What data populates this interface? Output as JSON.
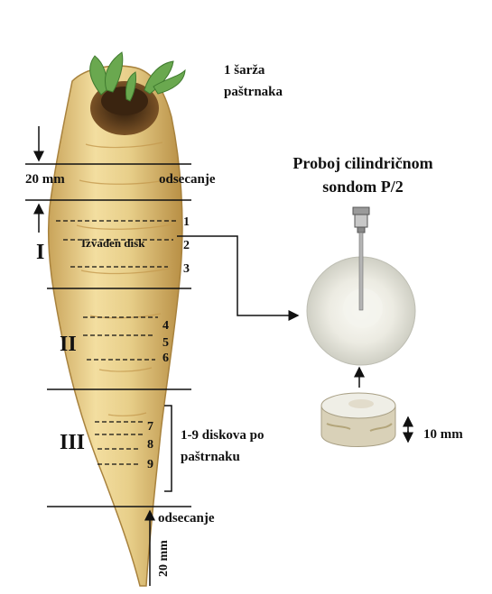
{
  "batch_label_line1": "1 šarža",
  "batch_label_line2": "paštrnaka",
  "top_cut_mm": "20 mm",
  "top_cut_label": "odsecanje",
  "probe_title_line1": "Proboj cilindričnom",
  "probe_title_line2": "sondom P/2",
  "extracted_disk_label": "Izvađen disk",
  "zones": [
    {
      "roman": "I",
      "disks": [
        "1",
        "2",
        "3"
      ]
    },
    {
      "roman": "II",
      "disks": [
        "4",
        "5",
        "6"
      ]
    },
    {
      "roman": "III",
      "disks": [
        "7",
        "8",
        "9"
      ]
    }
  ],
  "disk_count_line1": "1-9 diskova po",
  "disk_count_line2": "paštrnaku",
  "disk_thickness": "10 mm",
  "bottom_cut_label": "odsecanje",
  "bottom_cut_mm": "20 mm",
  "colors": {
    "parsnip_body": "#e8cf8a",
    "parsnip_highlight": "#f6e7b8",
    "parsnip_shadow": "#c9a45a",
    "leaf_green": "#6aa84f",
    "crown_dark": "#5a3b1c",
    "disk_face": "#efeee6",
    "disk_side": "#d9d1b8"
  }
}
